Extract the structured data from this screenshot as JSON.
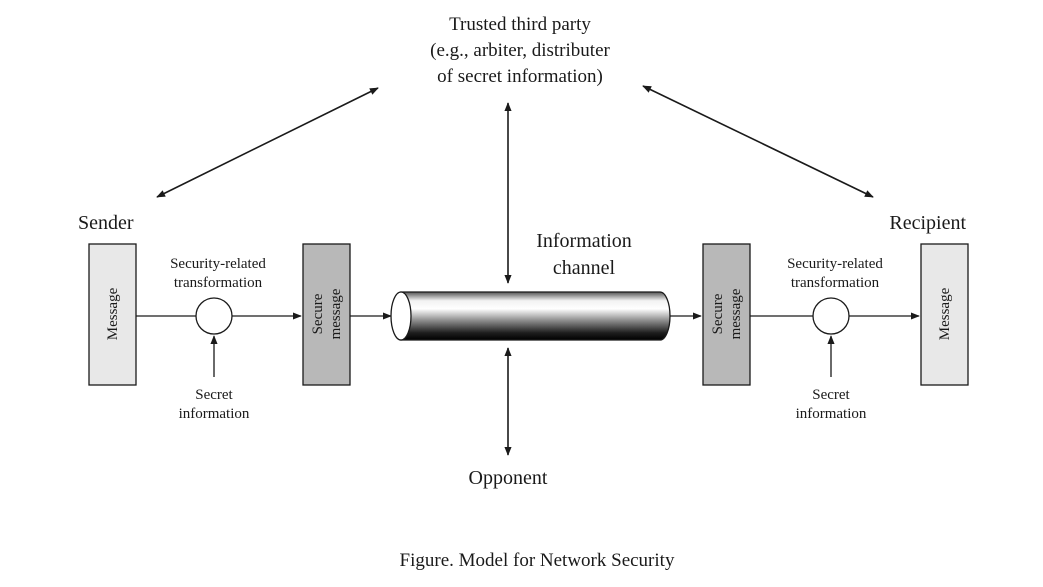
{
  "diagram": {
    "trusted_party": {
      "line1": "Trusted third party",
      "line2": "(e.g., arbiter, distributer",
      "line3": "of secret information)"
    },
    "sender": {
      "title": "Sender",
      "message_label": "Message",
      "transformation_line1": "Security-related",
      "transformation_line2": "transformation",
      "secret_line1": "Secret",
      "secret_line2": "information",
      "secure_line1": "Secure",
      "secure_line2": "message"
    },
    "channel": {
      "line1": "Information",
      "line2": "channel"
    },
    "opponent": "Opponent",
    "recipient": {
      "title": "Recipient",
      "message_label": "Message",
      "transformation_line1": "Security-related",
      "transformation_line2": "transformation",
      "secret_line1": "Secret",
      "secret_line2": "information",
      "secure_line1": "Secure",
      "secure_line2": "message"
    },
    "caption": "Figure. Model for Network Security",
    "colors": {
      "light_box": "#e8e8e8",
      "dark_box": "#b8b8b8",
      "line": "#1a1a1a"
    }
  }
}
